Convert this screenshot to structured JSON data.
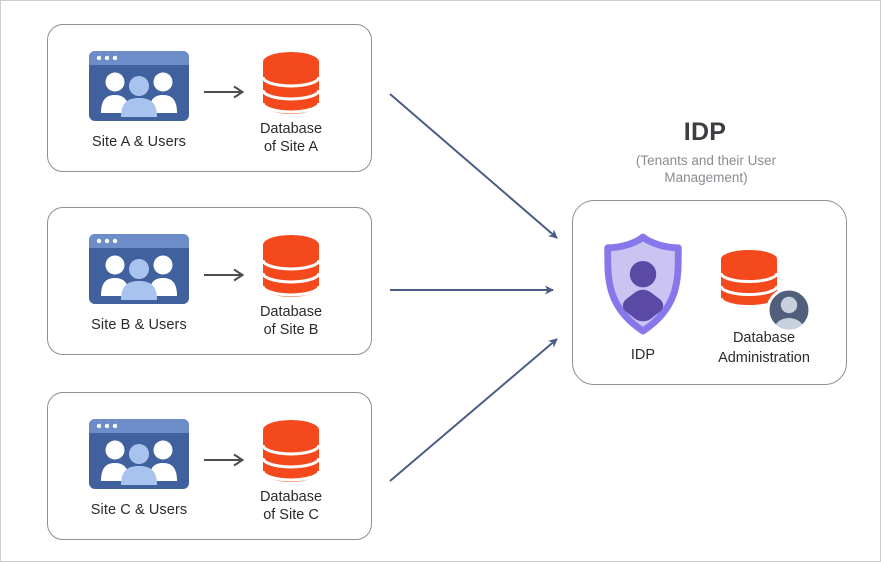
{
  "sites": [
    {
      "site_label": "Site A & Users",
      "db_label_line1": "Database",
      "db_label_line2": "of Site A"
    },
    {
      "site_label": "Site B & Users",
      "db_label_line1": "Database",
      "db_label_line2": "of Site B"
    },
    {
      "site_label": "Site C & Users",
      "db_label_line1": "Database",
      "db_label_line2": "of Site C"
    }
  ],
  "idp_header": {
    "title": "IDP",
    "subtitle": "(Tenants and their User Management)"
  },
  "idp_box": {
    "shield_label": "IDP",
    "admin_label_line1": "Database",
    "admin_label_line2": "Administration"
  },
  "icons": {
    "site_icon": "browser-users-icon",
    "site_db_icon": "database-icon",
    "small_arrow": "arrow-right-icon",
    "flow_arrows": "flow-arrow-icon",
    "idp_icon": "shield-user-icon",
    "admin_icon": "database-admin-icon"
  },
  "colors": {
    "browser_bar": "#6D8DC9",
    "browser_body": "#41609E",
    "user_light_blue": "#A9C3EF",
    "database_orange": "#F4491D",
    "shield_border": "#8677EB",
    "shield_fill": "#CBC4F2",
    "shield_person": "#5A4AA6",
    "admin_badge": "#50607C",
    "admin_person": "#C9D0DD",
    "flow_arrow": "#4C5D85",
    "small_arrow": "#4d4d4d",
    "card_border": "#8f8f93",
    "text_dark": "#2b2b2f",
    "text_gray": "#8a8b90"
  }
}
